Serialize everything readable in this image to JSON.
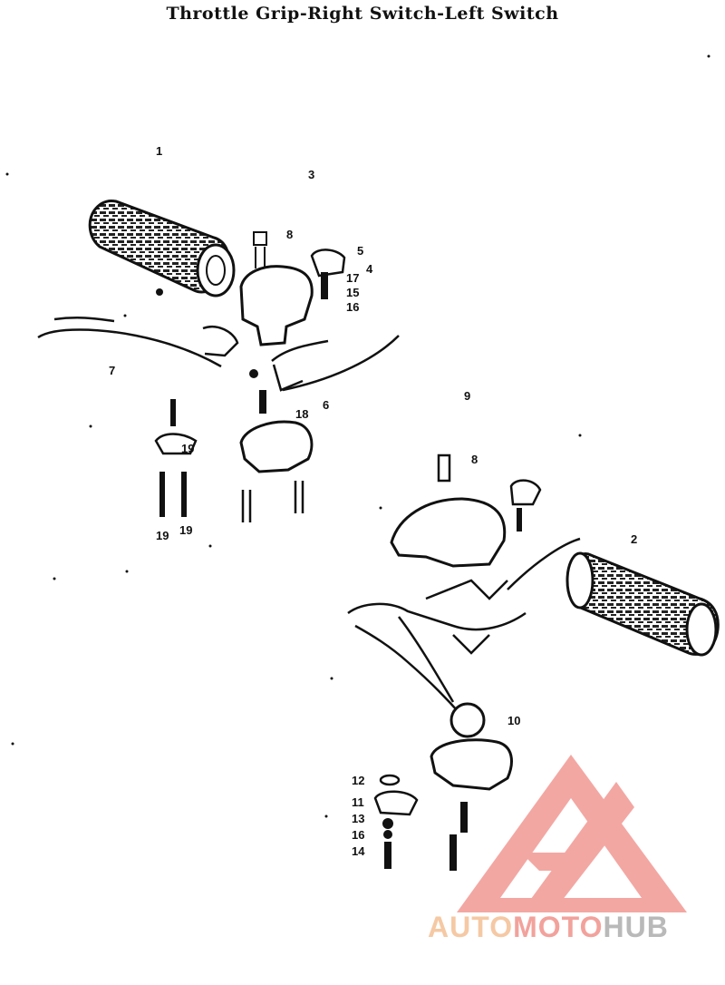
{
  "title": "Throttle Grip-Right Switch-Left Switch",
  "callouts": {
    "c1": "1",
    "c2": "2",
    "c3": "3",
    "c4": "4",
    "c5": "5",
    "c6": "6",
    "c7": "7",
    "c8a": "8",
    "c8b": "8",
    "c9": "9",
    "c10": "10",
    "c11": "11",
    "c12": "12",
    "c13": "13",
    "c14": "14",
    "c15": "15",
    "c16a": "16",
    "c16b": "16",
    "c17": "17",
    "c18": "18",
    "c19a": "19",
    "c19b": "19",
    "c19c": "19"
  },
  "watermark": {
    "part1": "AUTO",
    "part2": "MOTO",
    "part3": "HUB",
    "color1": "#f5c9a4",
    "color2": "#f2a29c",
    "color3": "#b9b9b9"
  },
  "colors": {
    "ink": "#111111",
    "logo": "#f08a84",
    "grip": "#222222"
  }
}
